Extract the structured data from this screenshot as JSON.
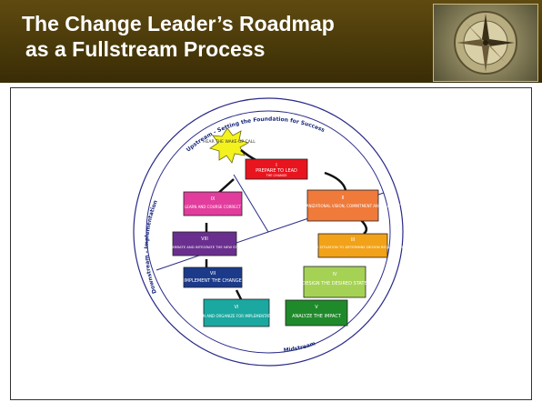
{
  "slide": {
    "title_line1": "The Change Leader’s Roadmap",
    "title_line2": "as a Fullstream Process"
  },
  "diagram": {
    "hub_label": "HEAR THE WAKE-UP CALL",
    "outer_band_top": "Upstream - Setting the Foundation for Success",
    "outer_band_left": "Downstream - Implementation",
    "outer_band_bottom": "Midstream",
    "steps": [
      {
        "numeral": "I",
        "text": "PREPARE TO LEAD",
        "sub": "THE CHANGE",
        "color": "#e8141e"
      },
      {
        "numeral": "II",
        "text": "CREATE ORGANIZATIONAL VISION, COMMITMENT AND CAPABILITY",
        "sub": "",
        "color": "#ef7a3a"
      },
      {
        "numeral": "III",
        "text": "ASSESS THE SITUATION TO DETERMINE DESIGN REQUIREMENTS",
        "sub": "",
        "color": "#f2a218"
      },
      {
        "numeral": "IV",
        "text": "DESIGN THE DESIRED STATE",
        "sub": "",
        "color": "#a5d255"
      },
      {
        "numeral": "V",
        "text": "ANALYZE THE IMPACT",
        "sub": "",
        "color": "#1f8a2a"
      },
      {
        "numeral": "VI",
        "text": "PLAN AND ORGANIZE FOR IMPLEMENTATION",
        "sub": "",
        "color": "#1aa8a0"
      },
      {
        "numeral": "VII",
        "text": "IMPLEMENT THE CHANGE",
        "sub": "",
        "color": "#1c3a8a"
      },
      {
        "numeral": "VIII",
        "text": "CELEBRATE AND INTEGRATE THE NEW STATE",
        "sub": "",
        "color": "#6a2f8e"
      },
      {
        "numeral": "IX",
        "text": "LEARN AND COURSE CORRECT",
        "sub": "",
        "color": "#e23c9c"
      }
    ]
  },
  "colors": {
    "header_bg": "#4a3a0a",
    "circle_stroke": "#2a2a8a"
  }
}
